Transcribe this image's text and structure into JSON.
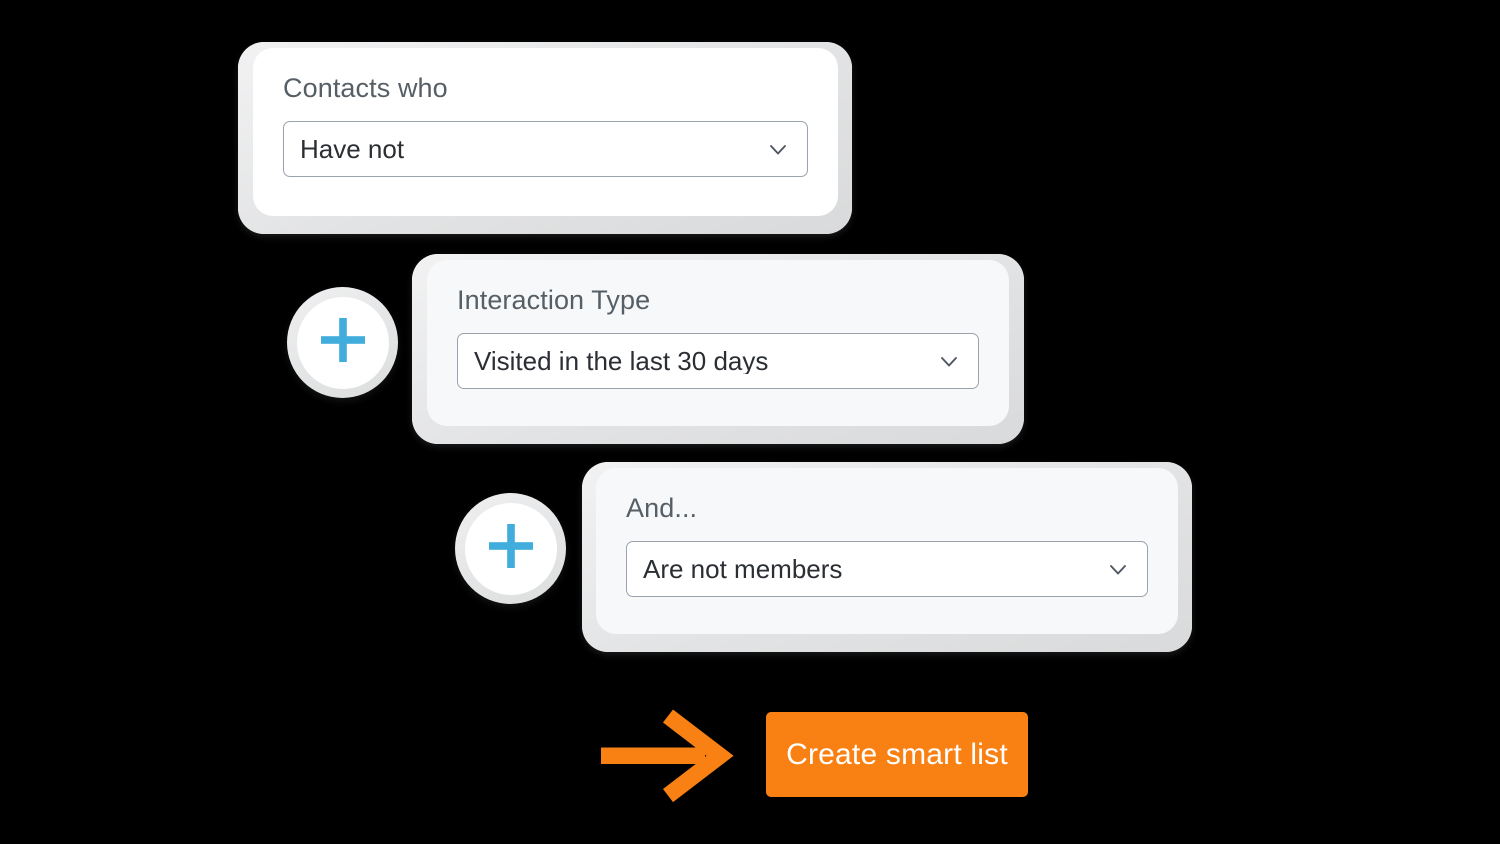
{
  "theme": {
    "background": "#000000",
    "accent_blue": "#41addc",
    "accent_orange": "#f98012",
    "card_frame": "#e3e4e5",
    "card_white": "#ffffff",
    "card_tinted": "#f7f8f9",
    "label_text": "#565e66",
    "value_text": "#2b2f34",
    "select_border": "#9aa3ad",
    "cta_text": "#ffffff"
  },
  "filters": [
    {
      "label": "Contacts who",
      "value": "Have not",
      "chevron_icon": "chevron-down-icon",
      "panel_tone": "white"
    },
    {
      "label": "Interaction Type",
      "value": "Visited in the last 30 days",
      "chevron_icon": "chevron-down-icon",
      "panel_tone": "tinted"
    },
    {
      "label": "And...",
      "value": "Are not members",
      "chevron_icon": "chevron-down-icon",
      "panel_tone": "tinted"
    }
  ],
  "add_buttons": [
    {
      "icon": "plus-icon",
      "aria_label": "Add filter"
    },
    {
      "icon": "plus-icon",
      "aria_label": "Add filter"
    }
  ],
  "arrow": {
    "icon": "arrow-right-icon",
    "color": "#f98012"
  },
  "cta": {
    "label": "Create smart list",
    "background": "#f98012",
    "color": "#ffffff"
  }
}
